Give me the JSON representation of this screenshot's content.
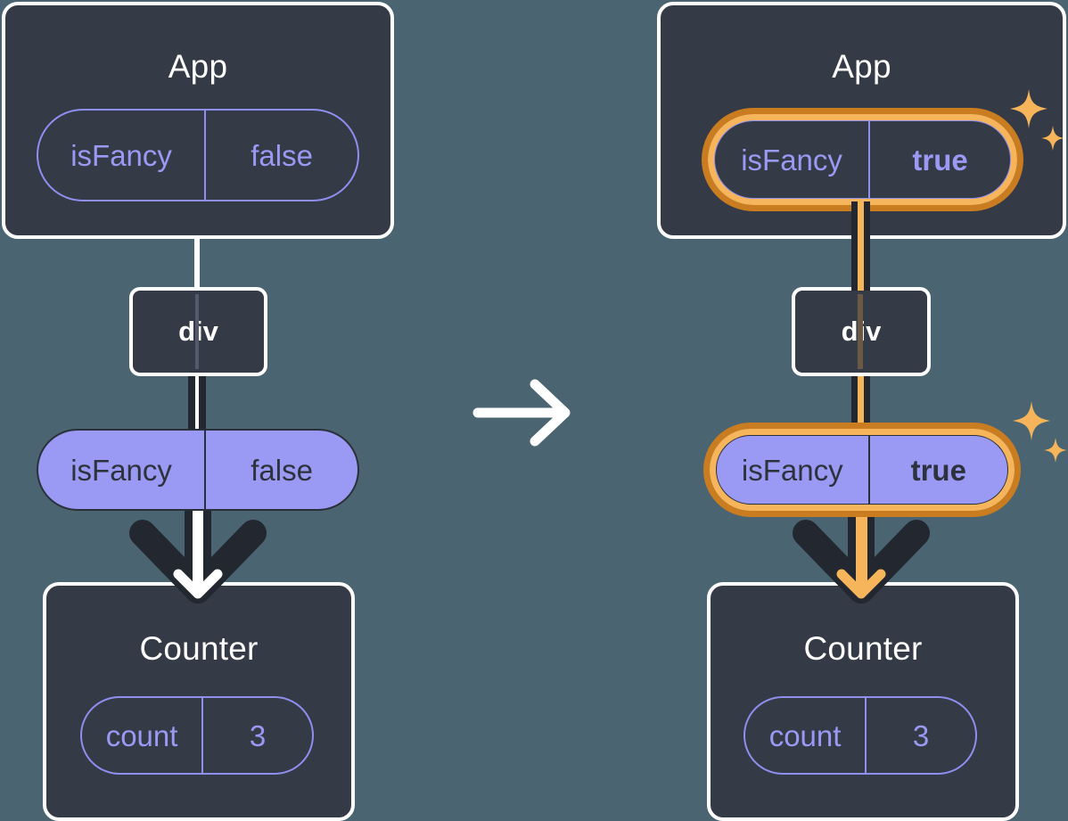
{
  "diagram": {
    "title": "React state propagation before and after isFancy toggles",
    "background_color": "#4a6571",
    "panels": [
      {
        "id": "before",
        "root": {
          "label": "App",
          "prop": {
            "name": "isFancy",
            "value": "false",
            "highlighted": false,
            "style": "outline"
          }
        },
        "intermediate": {
          "label": "div"
        },
        "middle_prop": {
          "name": "isFancy",
          "value": "false",
          "highlighted": false,
          "style": "solid"
        },
        "leaf": {
          "label": "Counter",
          "state": {
            "name": "count",
            "value": "3",
            "highlighted": false,
            "style": "outline"
          }
        },
        "highlight_color": "",
        "line_color": "#ffffff"
      },
      {
        "id": "after",
        "root": {
          "label": "App",
          "prop": {
            "name": "isFancy",
            "value": "true",
            "highlighted": true,
            "style": "outline"
          }
        },
        "intermediate": {
          "label": "div"
        },
        "middle_prop": {
          "name": "isFancy",
          "value": "true",
          "highlighted": true,
          "style": "solid"
        },
        "leaf": {
          "label": "Counter",
          "state": {
            "name": "count",
            "value": "3",
            "highlighted": false,
            "style": "outline"
          }
        },
        "highlight_color": "#f6b55a",
        "highlight_color_dark": "#c97c20",
        "line_color": "#f6b55a"
      }
    ],
    "transition_arrow": {
      "icon": "arrow-right-icon",
      "color": "#ffffff"
    },
    "sparkles": [
      {
        "icon": "sparkle-icon",
        "color": "#f6b55a",
        "near": "app-prop-pill"
      },
      {
        "icon": "sparkle-icon",
        "color": "#f6b55a",
        "near": "middle-prop-pill"
      }
    ],
    "colors": {
      "box_fill": "#343a46",
      "box_border": "#ffffff",
      "pill_purple": "#9a9af5",
      "pill_outline": "#8f8ff0",
      "text_dark": "#2d323c",
      "line_dark": "#23272f",
      "orange_light": "#f6b55a",
      "orange_dark": "#c97c20"
    }
  }
}
